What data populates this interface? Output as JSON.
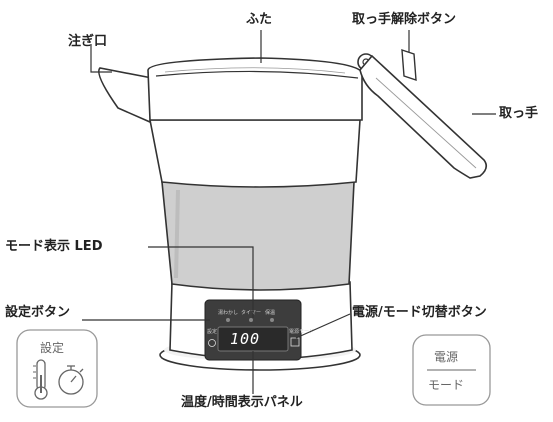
{
  "labels": {
    "lid": "ふた",
    "spout": "注ぎ口",
    "handle_release_button": "取っ手解除ボタン",
    "handle": "取っ手",
    "mode_led": "モード表示 LED",
    "setting_button": "設定ボタン",
    "power_mode_button": "電源/モード切替ボタン",
    "temp_time_panel": "温度/時間表示パネル"
  },
  "icons": {
    "setting_icon": {
      "text": "設定",
      "glyphs": [
        "thermometer-icon",
        "stopwatch-icon"
      ]
    },
    "power_icon": {
      "top": "電源",
      "bottom": "モード"
    }
  },
  "panel": {
    "display_value": "100",
    "led_labels": [
      "湯わかし",
      "タイマー",
      "保温"
    ],
    "left_button_text": "設定",
    "right_button_text": "電源モード"
  },
  "colors": {
    "outline": "#333333",
    "silicone": "#cfcfcf",
    "panel": "#3d3d3d",
    "icon_border": "#999999"
  }
}
